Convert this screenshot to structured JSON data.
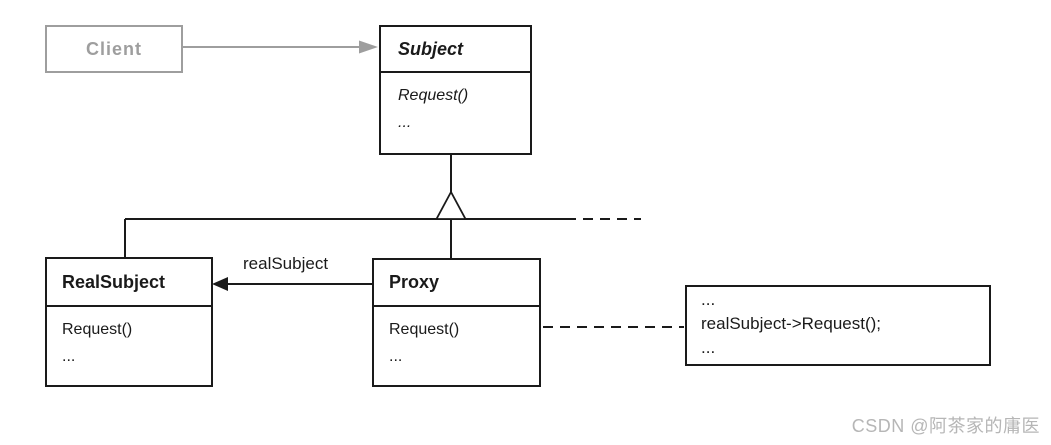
{
  "diagram": {
    "client": {
      "name": "Client"
    },
    "subject": {
      "name": "Subject",
      "methods": [
        "Request()",
        "..."
      ]
    },
    "realSubject": {
      "name": "RealSubject",
      "methods": [
        "Request()",
        "..."
      ]
    },
    "proxy": {
      "name": "Proxy",
      "methods": [
        "Request()",
        "..."
      ]
    },
    "association_label": "realSubject",
    "note": {
      "lines": [
        "...",
        "realSubject->Request();",
        "..."
      ]
    }
  },
  "watermark": {
    "text": "CSDN @阿茶家的庸医"
  },
  "colors": {
    "line": "#1a1a1a",
    "muted_gray": "#9e9e9e",
    "dogear_gray": "#a9a9a9",
    "watermark_gray": "#b6b6b6",
    "background": "#ffffff"
  }
}
